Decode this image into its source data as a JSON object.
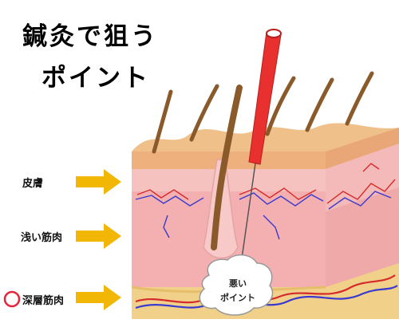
{
  "title": {
    "line1": "鍼灸で狙う",
    "line2": "ポイント"
  },
  "labels": {
    "skin": "皮膚",
    "shallow_muscle": "浅い筋肉",
    "deep_muscle": "深層筋肉"
  },
  "bubble": {
    "line1": "悪い",
    "line2": "ポイント"
  },
  "colors": {
    "arrow": "#f2b705",
    "needle": "#e8302e",
    "circle_marker": "#e4243a",
    "skin_top": "#f0c08a",
    "skin_layer": "#e9a777",
    "dermis": "#f4b9b9",
    "fat": "#f1d18a",
    "hair": "#8a5a2b"
  }
}
